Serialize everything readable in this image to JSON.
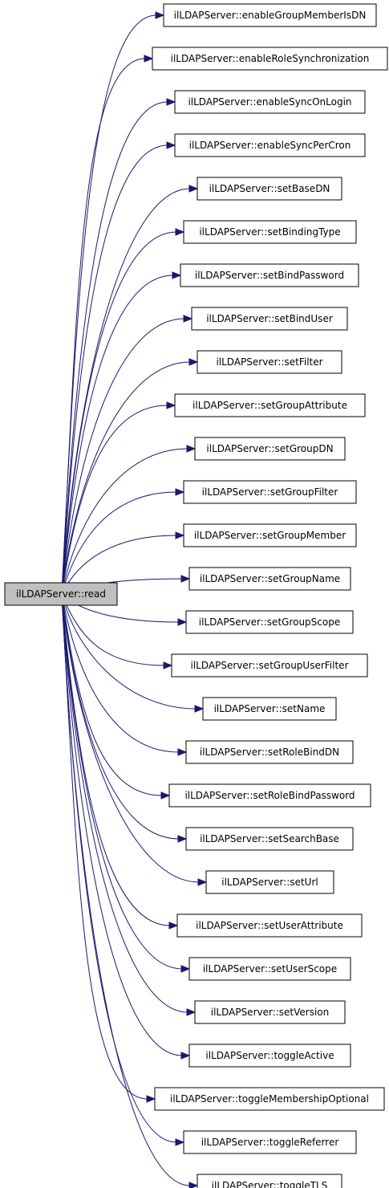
{
  "diagram": {
    "root": {
      "label": "ilLDAPServer::read"
    },
    "callees": [
      {
        "label": "ilLDAPServer::enableGroupMemberIsDN"
      },
      {
        "label": "ilLDAPServer::enableRoleSynchronization"
      },
      {
        "label": "ilLDAPServer::enableSyncOnLogin"
      },
      {
        "label": "ilLDAPServer::enableSyncPerCron"
      },
      {
        "label": "ilLDAPServer::setBaseDN"
      },
      {
        "label": "ilLDAPServer::setBindingType"
      },
      {
        "label": "ilLDAPServer::setBindPassword"
      },
      {
        "label": "ilLDAPServer::setBindUser"
      },
      {
        "label": "ilLDAPServer::setFilter"
      },
      {
        "label": "ilLDAPServer::setGroupAttribute"
      },
      {
        "label": "ilLDAPServer::setGroupDN"
      },
      {
        "label": "ilLDAPServer::setGroupFilter"
      },
      {
        "label": "ilLDAPServer::setGroupMember"
      },
      {
        "label": "ilLDAPServer::setGroupName"
      },
      {
        "label": "ilLDAPServer::setGroupScope"
      },
      {
        "label": "ilLDAPServer::setGroupUserFilter"
      },
      {
        "label": "ilLDAPServer::setName"
      },
      {
        "label": "ilLDAPServer::setRoleBindDN"
      },
      {
        "label": "ilLDAPServer::setRoleBindPassword"
      },
      {
        "label": "ilLDAPServer::setSearchBase"
      },
      {
        "label": "ilLDAPServer::setUrl"
      },
      {
        "label": "ilLDAPServer::setUserAttribute"
      },
      {
        "label": "ilLDAPServer::setUserScope"
      },
      {
        "label": "ilLDAPServer::setVersion"
      },
      {
        "label": "ilLDAPServer::toggleActive"
      },
      {
        "label": "ilLDAPServer::toggleMembershipOptional"
      },
      {
        "label": "ilLDAPServer::toggleReferrer"
      },
      {
        "label": "ilLDAPServer::toggleTLS"
      }
    ],
    "colors": {
      "edge": "#191970",
      "root_fill": "#bfbfbf",
      "node_fill": "#ffffff",
      "border": "#000000"
    }
  }
}
